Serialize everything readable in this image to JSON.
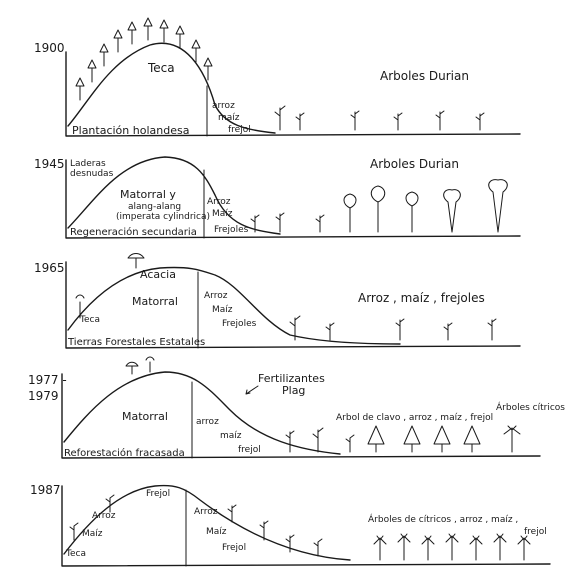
{
  "panels": [
    {
      "year": "1900",
      "labels": {
        "hill": "Teca",
        "right": "Arboles Durian",
        "base": "Plantación holandesa",
        "slope1": "arroz",
        "slope2": "maíz",
        "slope3": "frejol"
      }
    },
    {
      "year": "1945",
      "labels": {
        "top_left1": "Laderas",
        "top_left2": "desnudas",
        "hill1": "Matorral y",
        "hill2": "alang-alang",
        "hill3": "(imperata cylindrica)",
        "right": "Arboles Durian",
        "base": "Regeneración secundaria",
        "slope1": "Arroz",
        "slope2": "Maíz",
        "slope3": "Frejoles"
      }
    },
    {
      "year": "1965",
      "labels": {
        "top": "Acacia",
        "hill": "Matorral",
        "left": "Teca",
        "right": "Arroz , maíz , frejoles",
        "base": "Tierras Forestales Estatales",
        "slope1": "Arroz",
        "slope2": "Maíz",
        "slope3": "Frejoles"
      }
    },
    {
      "year1": "1977 -",
      "year2": "1979",
      "labels": {
        "hill": "Matorral",
        "note1": "Fertilizantes",
        "note2": "Plag",
        "right1": "Arbol de clavo , arroz , maíz , frejol",
        "right2": "Árboles cítricos",
        "base": "Reforestación fracasada",
        "slope1": "arroz",
        "slope2": "maíz",
        "slope3": "frejol"
      }
    },
    {
      "year": "1987",
      "labels": {
        "top": "Frejol",
        "left1": "Arroz",
        "left2": "Maíz",
        "left3": "Teca",
        "mid1": "Arroz",
        "mid2": "Maíz",
        "mid3": "Frejol",
        "right1": "Árboles de cítricos , arroz , maíz ,",
        "right2": "frejol"
      }
    }
  ]
}
